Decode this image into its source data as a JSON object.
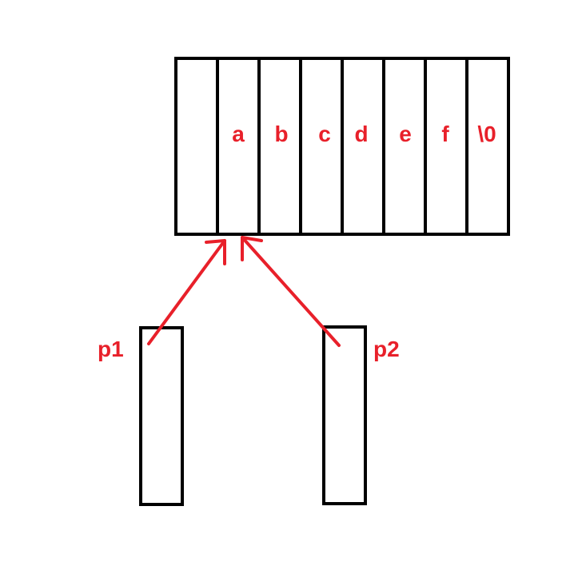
{
  "colors": {
    "stroke": "#000000",
    "annotation": "#e8202a",
    "background": "#ffffff"
  },
  "array": {
    "cells": [
      "",
      "a",
      "b",
      "c",
      "d",
      "e",
      "f",
      "\\0"
    ]
  },
  "pointers": {
    "p1": {
      "label": "p1",
      "points_to_index": 1
    },
    "p2": {
      "label": "p2",
      "points_to_index": 1
    }
  }
}
